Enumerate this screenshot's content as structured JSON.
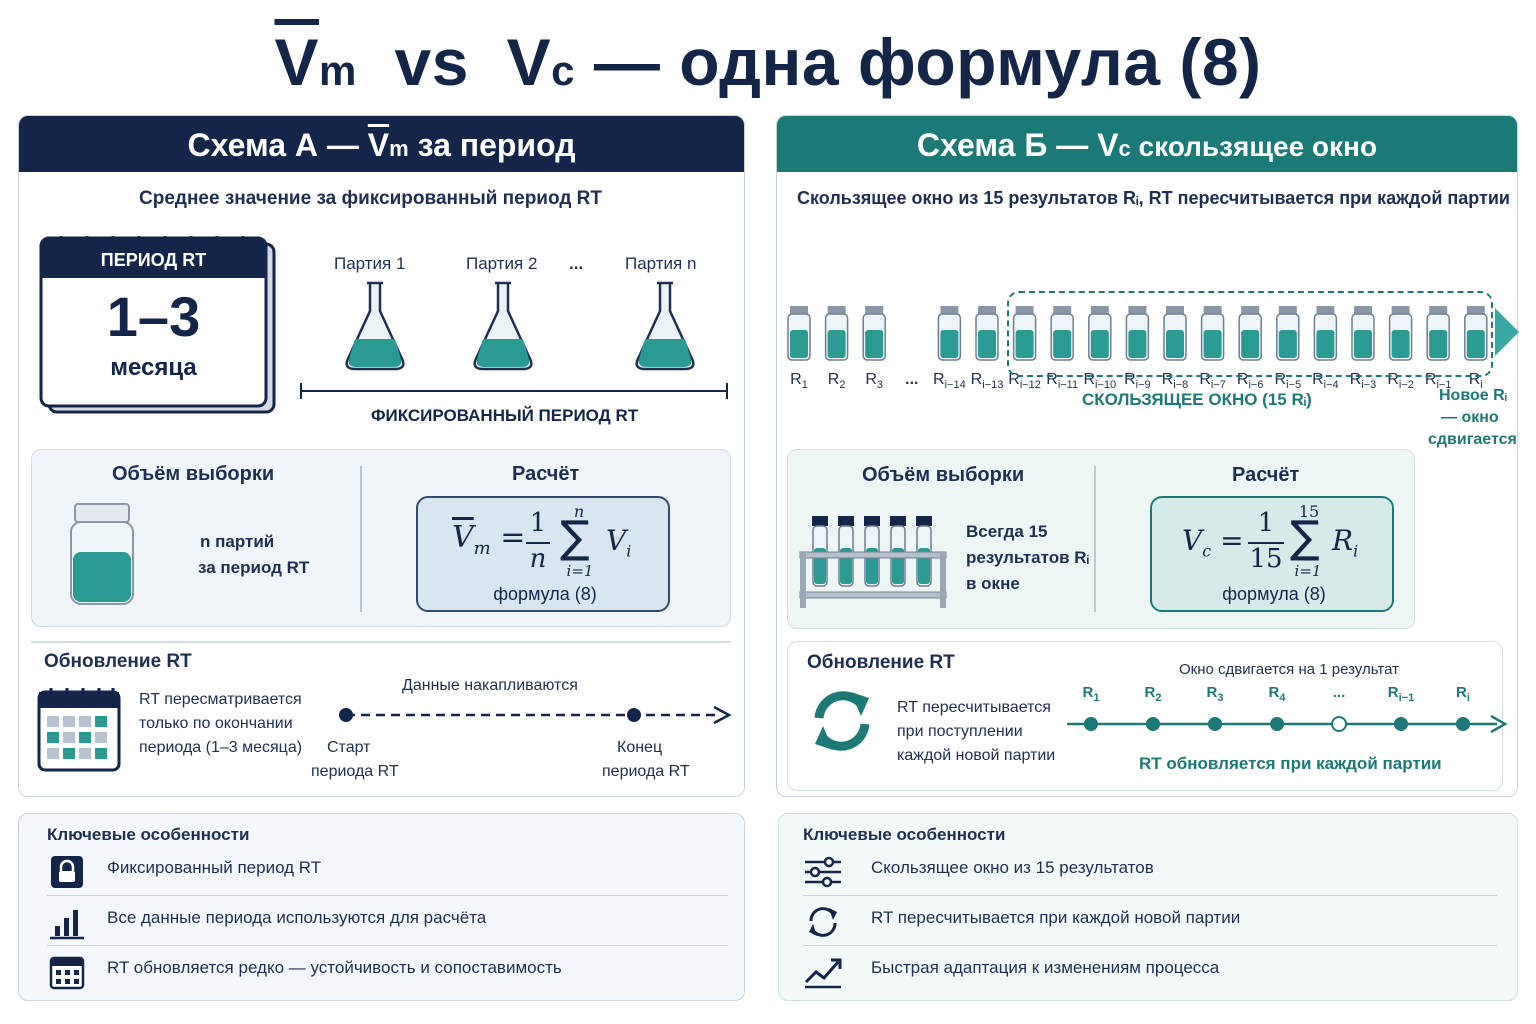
{
  "title": {
    "v1": "V",
    "v1_sub": "m",
    "vs": "vs",
    "v2": "V",
    "v2_sub": "c",
    "rest": "— одна формула (8)"
  },
  "scheme_a": {
    "header_prefix": "Схема А — ",
    "header_var": "V",
    "header_sub": "m",
    "header_suffix": " за период",
    "subtitle": "Среднее значение за фиксированный период RT",
    "calendar": {
      "label": "ПЕРИОД RT",
      "value": "1–3",
      "unit": "месяца"
    },
    "batches": [
      "Партия 1",
      "Партия 2",
      "...",
      "Партия n"
    ],
    "period_label": "ФИКСИРОВАННЫЙ ПЕРИОД RT",
    "sample_title": "Объём выборки",
    "sample_text": [
      "n партий",
      "за период RT"
    ],
    "calc_title": "Расчёт",
    "formula": {
      "lhs": "V",
      "lhs_sub": "m",
      "num": "1",
      "den": "n",
      "top": "n",
      "bottom": "i=1",
      "term": "V",
      "term_sub": "i",
      "caption": "формула (8)"
    },
    "update_title": "Обновление RT",
    "update_text": [
      "RT пересматривается",
      "только по окончании",
      "периода (1–3 месяца)"
    ],
    "timeline_label": "Данные накапливаются",
    "timeline_start": [
      "Старт",
      "периода RT"
    ],
    "timeline_end": [
      "Конец",
      "периода RT"
    ],
    "features_title": "Ключевые особенности",
    "features": [
      {
        "icon": "lock-icon",
        "label": "Фиксированный период RT"
      },
      {
        "icon": "bar-chart-icon",
        "label": "Все данные периода используются для расчёта"
      },
      {
        "icon": "calendar-icon",
        "label": "RT обновляется редко — устойчивость и сопоставимость"
      }
    ]
  },
  "scheme_b": {
    "header_prefix": "Схема Б — ",
    "header_var": "V",
    "header_sub": "c",
    "header_suffix": " скользящее окно",
    "subtitle": "Скользящее окно из 15 результатов Rᵢ,  RT пересчитывается при каждой партии",
    "vial_labels": [
      {
        "b": "R",
        "s": "1"
      },
      {
        "b": "R",
        "s": "2"
      },
      {
        "b": "R",
        "s": "3"
      },
      {
        "b": "...",
        "s": ""
      },
      {
        "b": "R",
        "s": "i−14"
      },
      {
        "b": "R",
        "s": "i−13"
      },
      {
        "b": "R",
        "s": "i−12"
      },
      {
        "b": "R",
        "s": "i−11"
      },
      {
        "b": "R",
        "s": "i−10"
      },
      {
        "b": "R",
        "s": "i−9"
      },
      {
        "b": "R",
        "s": "i−8"
      },
      {
        "b": "R",
        "s": "i−7"
      },
      {
        "b": "R",
        "s": "i−6"
      },
      {
        "b": "R",
        "s": "i−5"
      },
      {
        "b": "R",
        "s": "i−4"
      },
      {
        "b": "R",
        "s": "i−3"
      },
      {
        "b": "R",
        "s": "i−2"
      },
      {
        "b": "R",
        "s": "i−1"
      },
      {
        "b": "R",
        "s": "i"
      }
    ],
    "window_label": "СКОЛЬЗЯЩЕЕ ОКНО (15 Rᵢ)",
    "new_label": [
      "Новое Rᵢ",
      "— окно",
      "сдвигается"
    ],
    "sample_title": "Объём выборки",
    "sample_text": [
      "Всегда 15",
      "результатов Rᵢ",
      "в окне"
    ],
    "calc_title": "Расчёт",
    "formula": {
      "lhs": "V",
      "lhs_sub": "c",
      "num": "1",
      "den": "15",
      "top": "15",
      "bottom": "i=1",
      "term": "R",
      "term_sub": "i",
      "caption": "формула (8)"
    },
    "update_title": "Обновление RT",
    "update_text": [
      "RT пересчитывается",
      "при поступлении",
      "каждой новой партии"
    ],
    "timeline_top": "Окно сдвигается на 1 результат",
    "timeline_points": [
      {
        "b": "R",
        "s": "1"
      },
      {
        "b": "R",
        "s": "2"
      },
      {
        "b": "R",
        "s": "3"
      },
      {
        "b": "R",
        "s": "4"
      },
      {
        "b": "...",
        "s": ""
      },
      {
        "b": "R",
        "s": "i−1"
      },
      {
        "b": "R",
        "s": "i"
      }
    ],
    "timeline_bottom": "RT обновляется при каждой партии",
    "features_title": "Ключевые особенности",
    "features": [
      {
        "icon": "sliders-icon",
        "label": "Скользящее окно из 15 результатов"
      },
      {
        "icon": "refresh-icon",
        "label": "RT пересчитывается при каждой новой партии"
      },
      {
        "icon": "trend-line-icon",
        "label": "Быстрая адаптация к изменениям процесса"
      }
    ]
  },
  "colors": {
    "navy": "#13264a",
    "teal": "#1b7a78",
    "liquid": "#2a9a93"
  }
}
